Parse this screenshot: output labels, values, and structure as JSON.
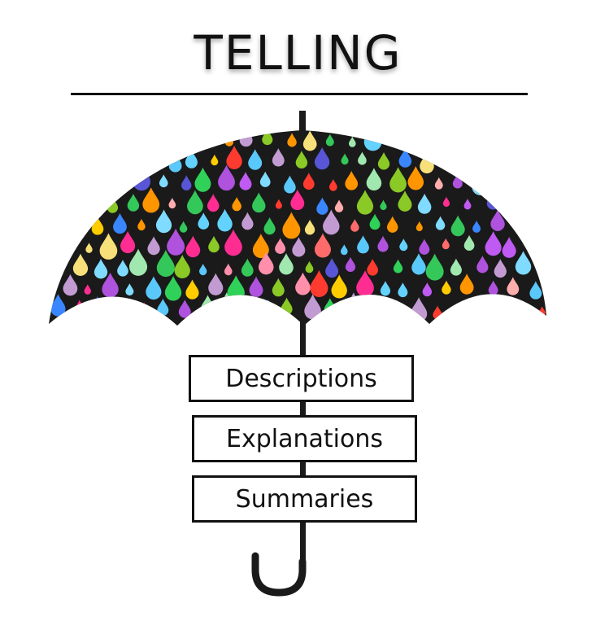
{
  "title": "TELLING",
  "colors": {
    "ink": "#111111",
    "canopy": "#1a1a1a",
    "drops": [
      "#ff3b30",
      "#34c759",
      "#5ac8fa",
      "#af52de",
      "#ff9500",
      "#ffcc00",
      "#ff2d92",
      "#5856d6",
      "#30d158",
      "#64d2ff",
      "#bf5af2",
      "#ff6b6b",
      "#a0e8af",
      "#f7e07a",
      "#7fdbff",
      "#c39bd3",
      "#ff8fab",
      "#3a86ff",
      "#8ac926",
      "#ffadad"
    ]
  },
  "labels": [
    {
      "id": "descriptions",
      "text": "Descriptions"
    },
    {
      "id": "explanations",
      "text": "Explanations"
    },
    {
      "id": "summaries",
      "text": "Summaries"
    }
  ]
}
